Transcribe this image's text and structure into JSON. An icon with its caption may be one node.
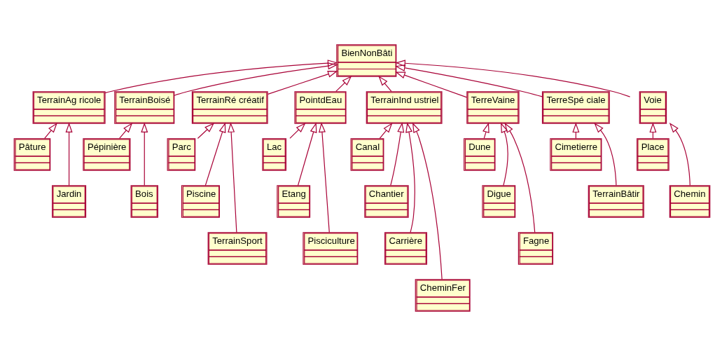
{
  "diagram": {
    "nodes": [
      {
        "text": [
          "BienNonBâti"
        ]
      },
      {
        "text": [
          "TerrainAg ricole"
        ]
      },
      {
        "text": [
          "TerrainBoisé"
        ]
      },
      {
        "text": [
          "TerrainRé créatif"
        ]
      },
      {
        "text": [
          "PointdEau"
        ]
      },
      {
        "text": [
          "TerrainInd ustriel"
        ]
      },
      {
        "text": [
          "TerreVaine"
        ]
      },
      {
        "text": [
          "TerreSpé ciale"
        ]
      },
      {
        "text": [
          "Voie"
        ]
      },
      {
        "text": [
          "Pâture"
        ]
      },
      {
        "text": [
          "Jardin"
        ]
      },
      {
        "text": [
          "Pépinière"
        ]
      },
      {
        "text": [
          "Bois"
        ]
      },
      {
        "text": [
          "Parc"
        ]
      },
      {
        "text": [
          "Piscine"
        ]
      },
      {
        "text": [
          "TerrainSport"
        ]
      },
      {
        "text": [
          "Lac"
        ]
      },
      {
        "text": [
          "Etang"
        ]
      },
      {
        "text": [
          "Pisciculture"
        ]
      },
      {
        "text": [
          "Canal"
        ]
      },
      {
        "text": [
          "Chantier"
        ]
      },
      {
        "text": [
          "Carrière"
        ]
      },
      {
        "text": [
          "CheminFer"
        ]
      },
      {
        "text": [
          "Dune"
        ]
      },
      {
        "text": [
          "Digue"
        ]
      },
      {
        "text": [
          "Fagne"
        ]
      },
      {
        "text": [
          "Cimetierre"
        ]
      },
      {
        "text": [
          "TerrainBâtir"
        ]
      },
      {
        "text": [
          "Place"
        ]
      },
      {
        "text": [
          "Chemin"
        ]
      }
    ],
    "edges": [
      {
        "from": 1,
        "to": 0,
        "arrow": "to"
      },
      {
        "from": 2,
        "to": 0,
        "arrow": "to"
      },
      {
        "from": 3,
        "to": 0,
        "arrow": "to"
      },
      {
        "from": 4,
        "to": 0,
        "arrow": "to"
      },
      {
        "from": 5,
        "to": 0,
        "arrow": "to"
      },
      {
        "from": 6,
        "to": 0,
        "arrow": "to"
      },
      {
        "from": 7,
        "to": 0,
        "arrow": "to"
      },
      {
        "from": 8,
        "to": 0,
        "arrow": "to"
      },
      {
        "from": 9,
        "to": 1,
        "arrow": "to"
      },
      {
        "from": 10,
        "to": 1,
        "arrow": "to"
      },
      {
        "from": 11,
        "to": 2,
        "arrow": "to"
      },
      {
        "from": 12,
        "to": 2,
        "arrow": "to"
      },
      {
        "from": 13,
        "to": 3,
        "arrow": "to"
      },
      {
        "from": 14,
        "to": 3,
        "arrow": "to"
      },
      {
        "from": 15,
        "to": 3,
        "arrow": "to"
      },
      {
        "from": 16,
        "to": 4,
        "arrow": "to"
      },
      {
        "from": 17,
        "to": 4,
        "arrow": "to"
      },
      {
        "from": 18,
        "to": 4,
        "arrow": "to"
      },
      {
        "from": 19,
        "to": 5,
        "arrow": "to"
      },
      {
        "from": 20,
        "to": 5,
        "arrow": "to"
      },
      {
        "from": 21,
        "to": 5,
        "arrow": "to"
      },
      {
        "from": 22,
        "to": 5,
        "arrow": "to"
      },
      {
        "from": 23,
        "to": 6,
        "arrow": "to"
      },
      {
        "from": 24,
        "to": 6,
        "arrow": "to"
      },
      {
        "from": 25,
        "to": 6,
        "arrow": "to"
      },
      {
        "from": 26,
        "to": 7,
        "arrow": "to"
      },
      {
        "from": 27,
        "to": 7,
        "arrow": "to"
      },
      {
        "from": 28,
        "to": 8,
        "arrow": "to"
      },
      {
        "from": 29,
        "to": 8,
        "arrow": "to"
      }
    ]
  }
}
